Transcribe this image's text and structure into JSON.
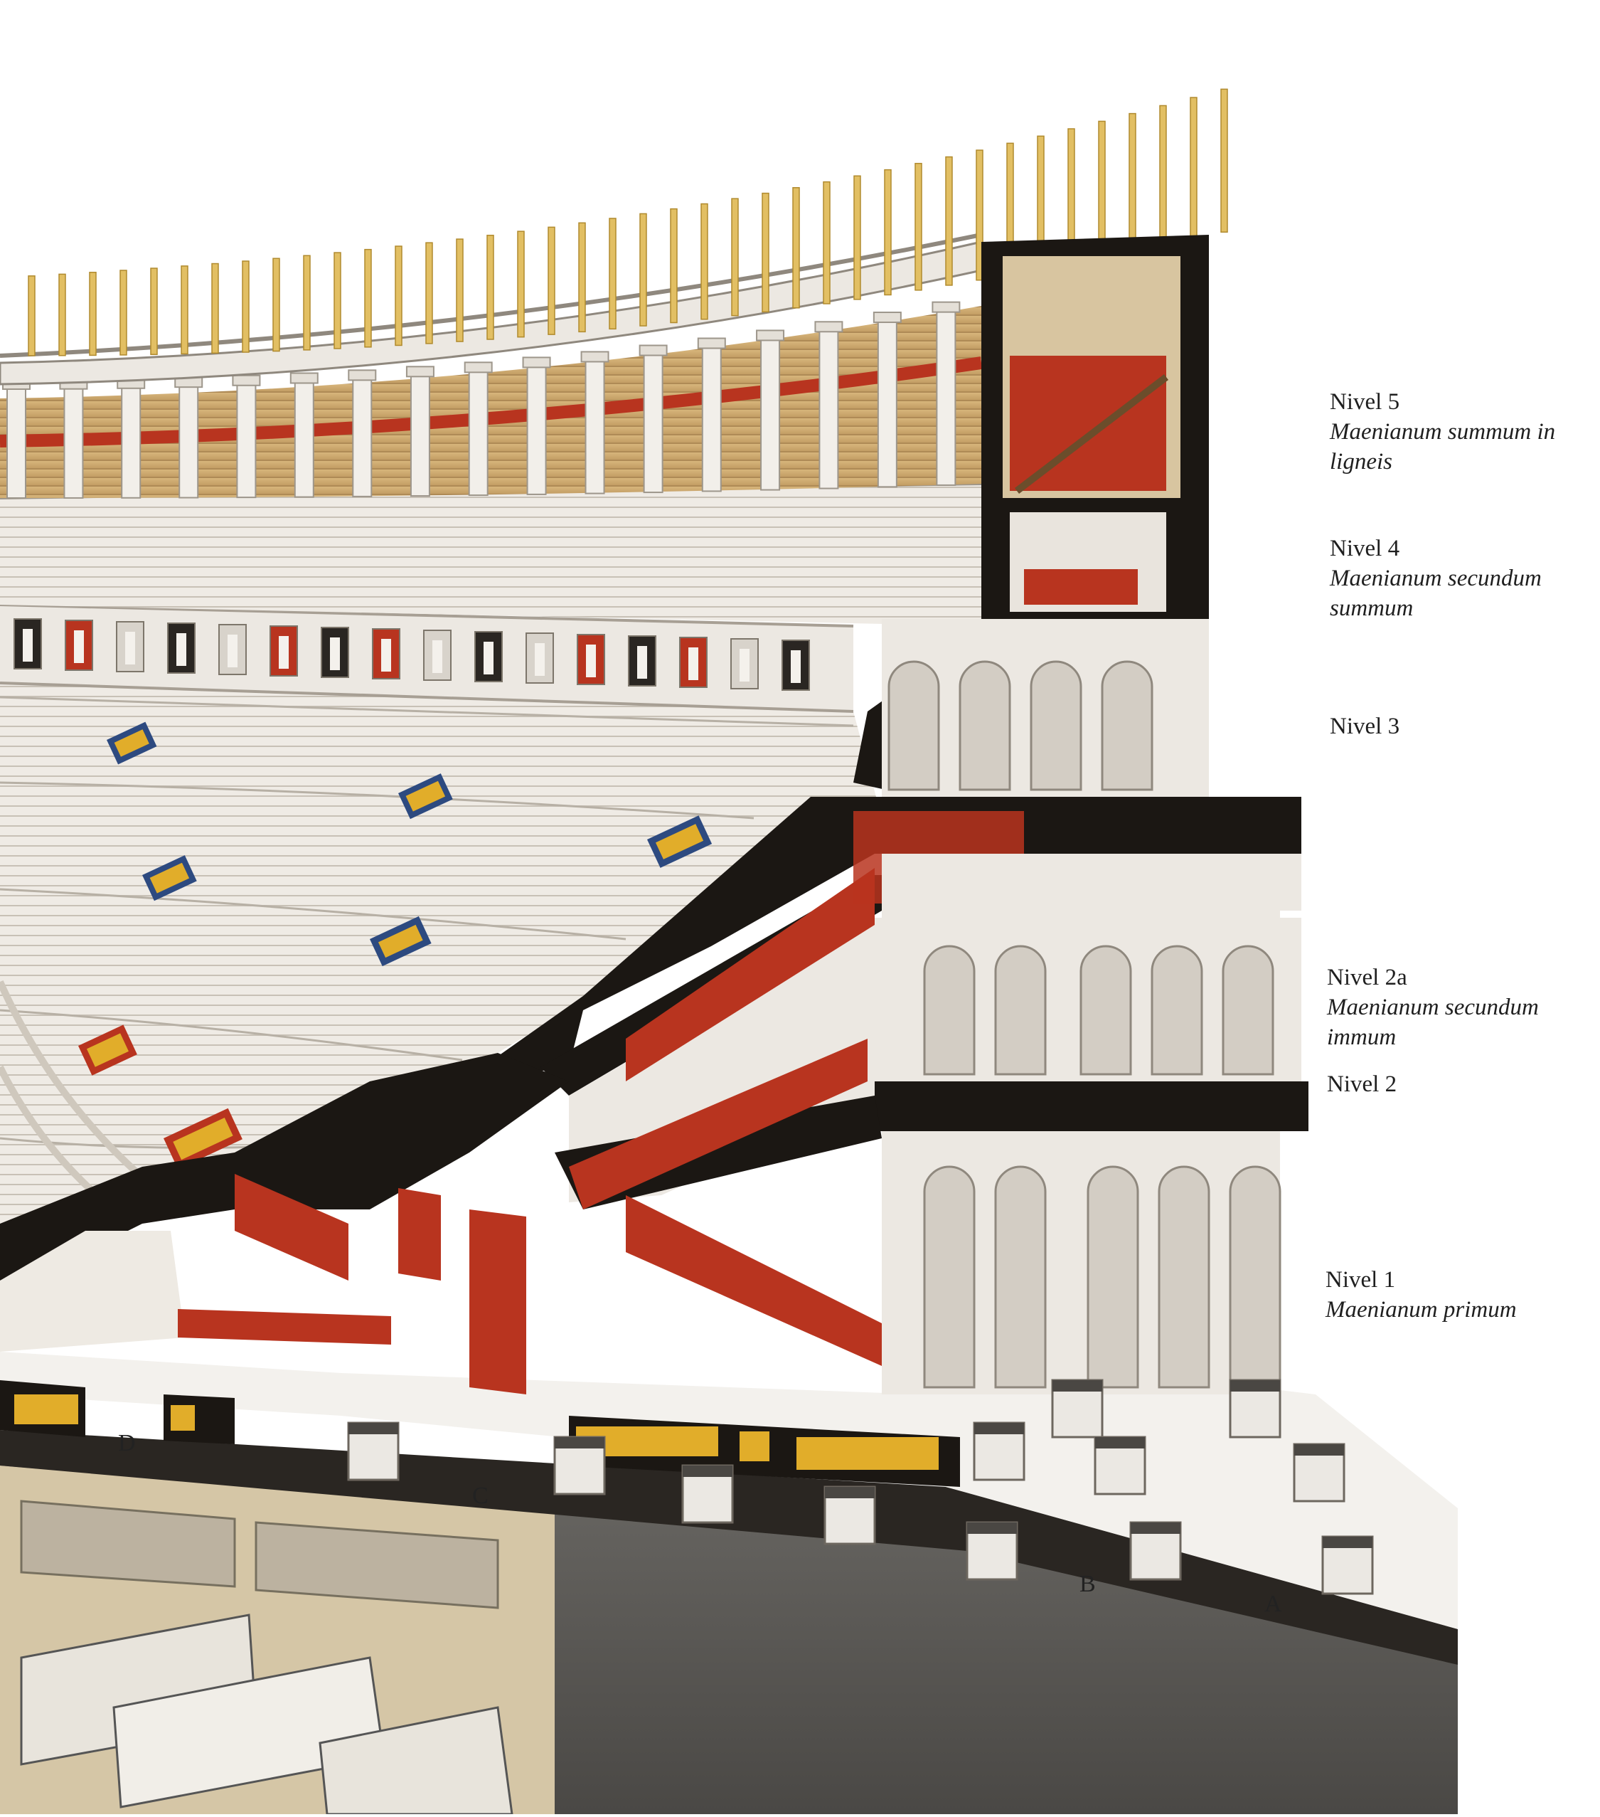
{
  "levels": [
    {
      "name": "Nivel 5",
      "latin_line1": "Maenianum summum in",
      "latin_line2": "ligneis"
    },
    {
      "name": "Nivel 4",
      "latin_line1": "Maenianum secundum",
      "latin_line2": "summum"
    },
    {
      "name": "Nivel 3"
    },
    {
      "name": "Nivel 2a",
      "latin_line1": "Maenianum secundum",
      "latin_line2": "immum"
    },
    {
      "name": "Nivel 2"
    },
    {
      "name": "Nivel 1",
      "latin_line1": "Maenianum primum"
    }
  ],
  "sections": {
    "a": "A",
    "b": "B",
    "c": "C",
    "d": "D"
  },
  "colors": {
    "masonry_cut": "#1b1713",
    "stone": "#ece8e2",
    "stone_shadow": "#cfc9c0",
    "red_plaster": "#b8341f",
    "wood": "#c9a46a",
    "mast": "#e2bf63",
    "yellow_panel": "#e1ad2a",
    "underground": "#5c5a57",
    "arena_floor": "#d9c7a2"
  }
}
